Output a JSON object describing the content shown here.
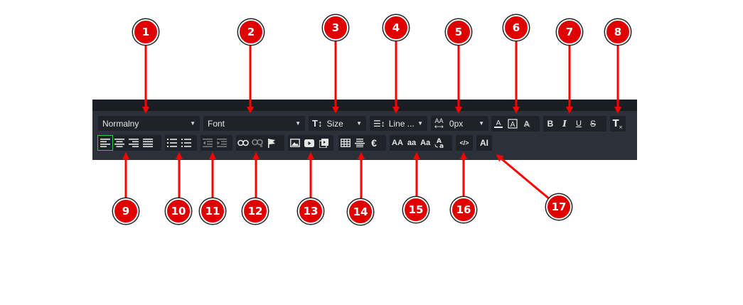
{
  "toolbar": {
    "format_value": "Normalny",
    "font_value": "Font",
    "size_value": "Size",
    "line_value": "Line ...",
    "spacing_value": "0px",
    "spacing_icon_text": "AA",
    "case_labels": [
      "AA",
      "aa",
      "Aa"
    ],
    "source_label": "</>",
    "ai_label": "AI"
  },
  "icons": {
    "row1": [
      "text-color-icon",
      "background-color-icon",
      "text-shadow-icon",
      "bold-icon",
      "italic-icon",
      "underline-icon",
      "strikethrough-icon",
      "clear-formatting-icon"
    ],
    "row2": [
      "align-left-icon",
      "align-center-icon",
      "align-right-icon",
      "align-justify-icon",
      "ordered-list-icon",
      "unordered-list-icon",
      "outdent-icon",
      "indent-icon",
      "link-icon",
      "unlink-icon",
      "anchor-flag-icon",
      "image-icon",
      "video-icon",
      "media-icon",
      "table-icon",
      "horizontal-rule-icon",
      "special-char-icon",
      "uppercase-icon",
      "lowercase-icon",
      "capitalize-icon",
      "toggle-case-icon",
      "source-code-icon",
      "ai-icon"
    ]
  },
  "markers": [
    "1",
    "2",
    "3",
    "4",
    "5",
    "6",
    "7",
    "8",
    "9",
    "10",
    "11",
    "12",
    "13",
    "14",
    "15",
    "16",
    "17"
  ],
  "colors": {
    "toolbar_bg": "#2c3038",
    "topbar_bg": "#1a1d22",
    "badge_red": "#e00000",
    "active_outline": "#35c04a"
  }
}
